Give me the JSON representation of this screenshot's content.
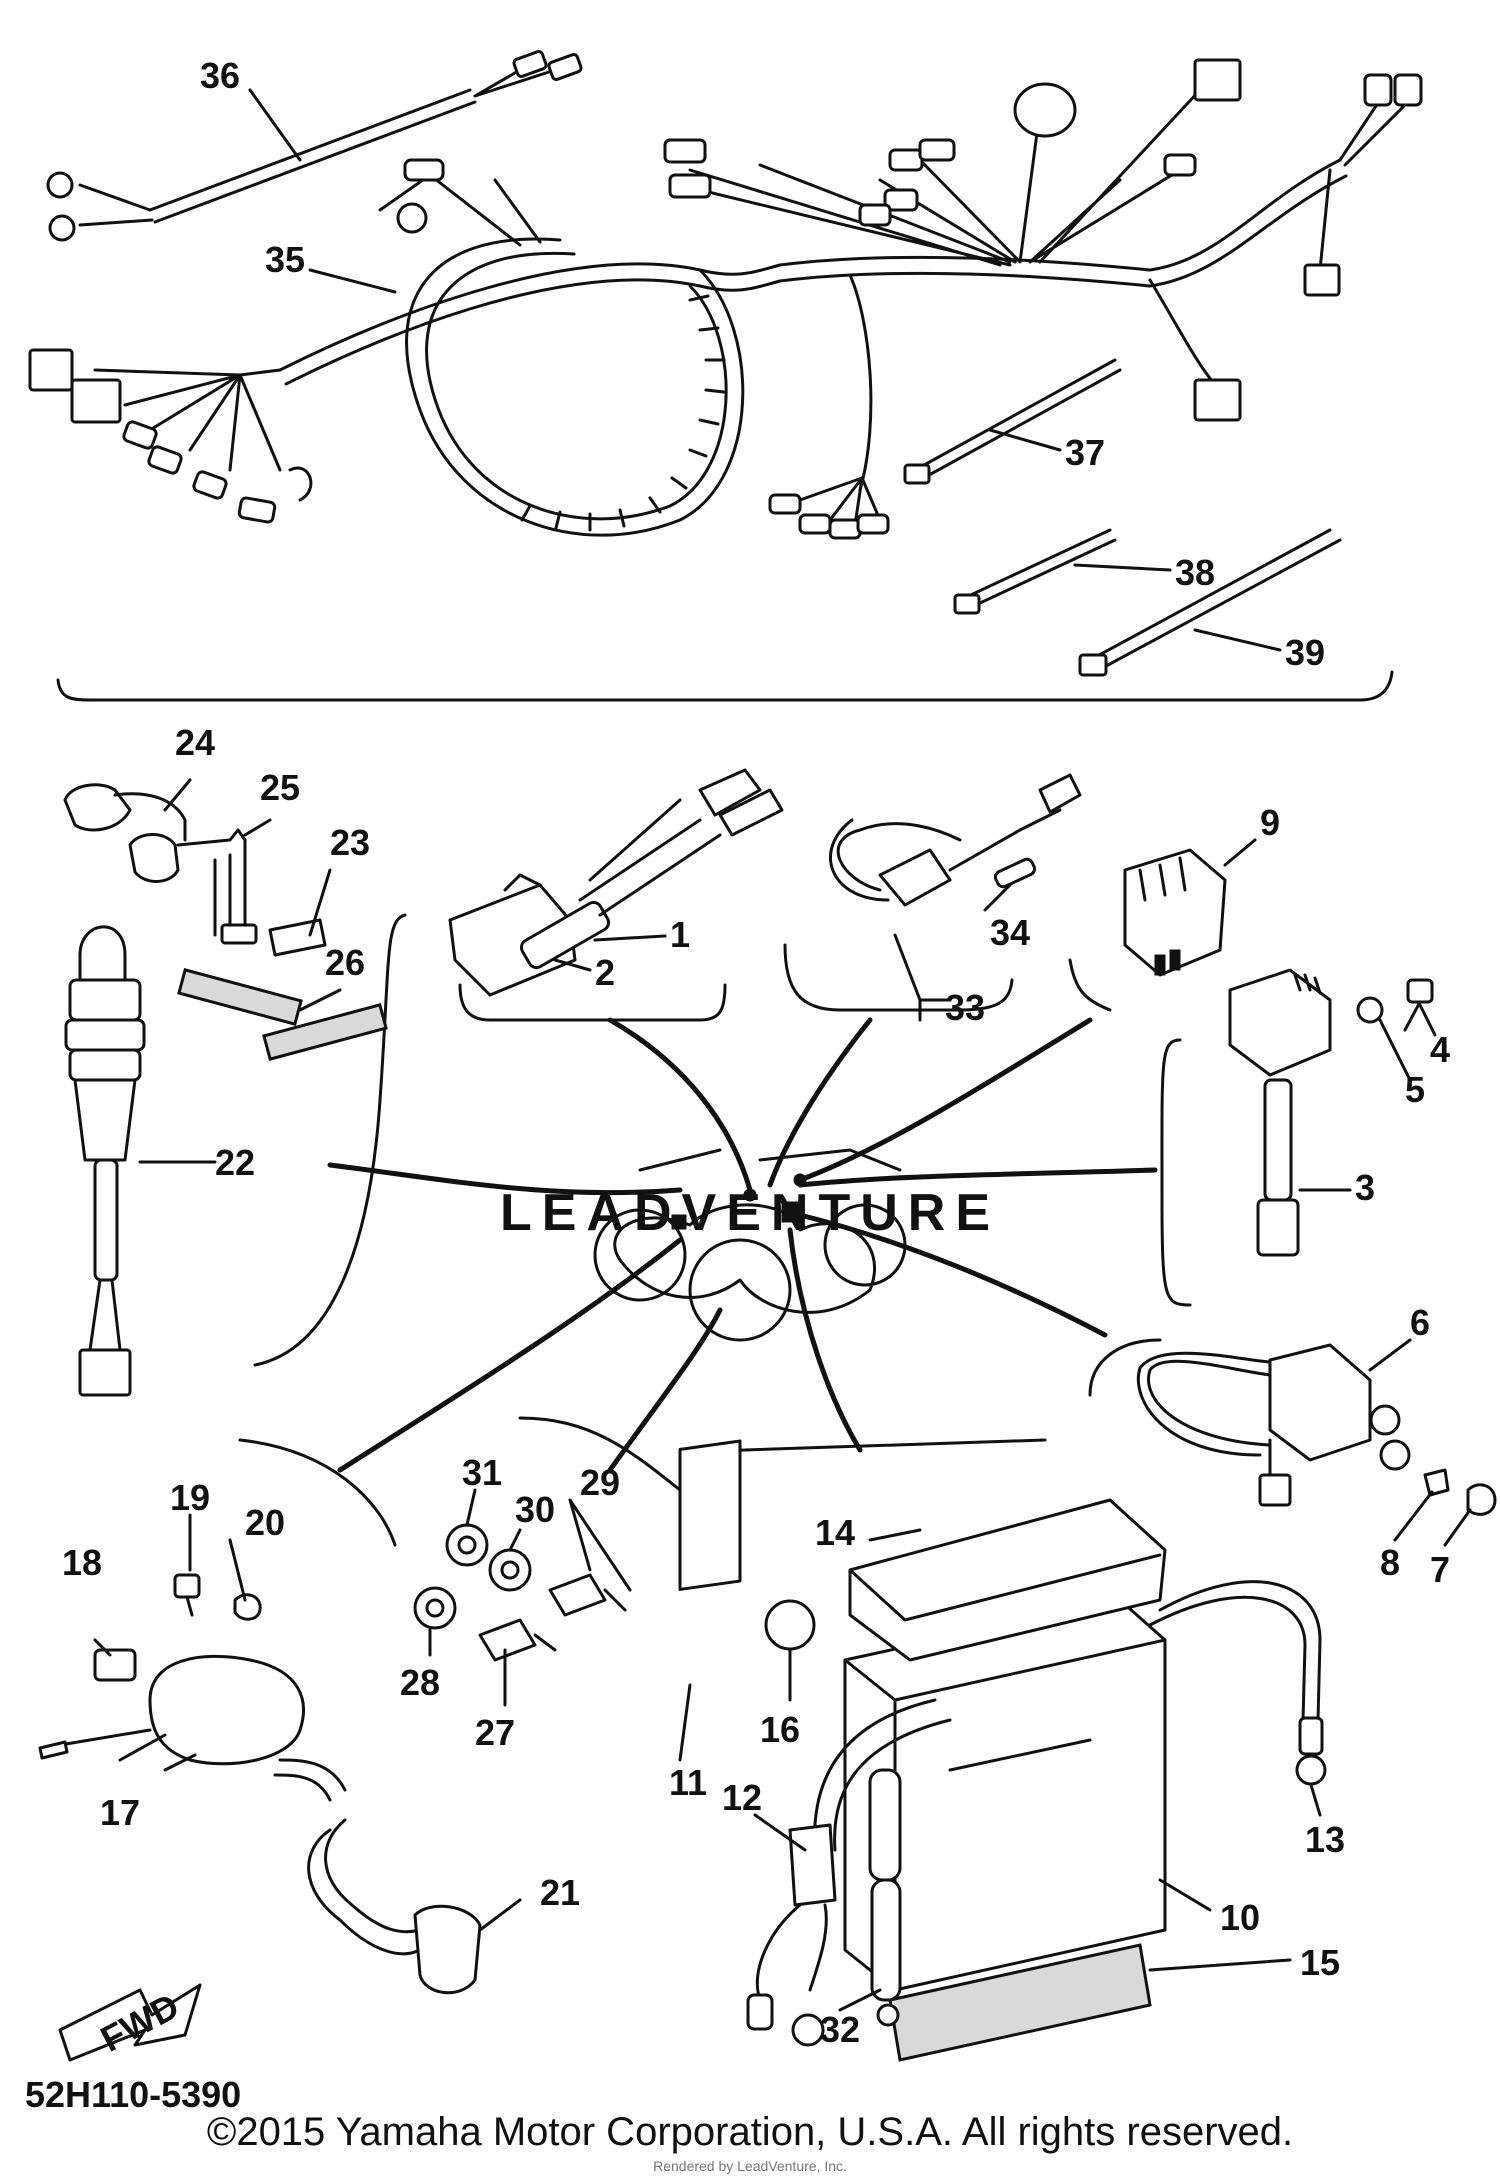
{
  "diagram": {
    "drawing_code": "52H110-5390",
    "direction_tag": "FWD",
    "watermark": "LEADVENTURE",
    "callouts": [
      "1",
      "2",
      "3",
      "4",
      "5",
      "6",
      "7",
      "8",
      "9",
      "10",
      "11",
      "12",
      "13",
      "14",
      "15",
      "16",
      "17",
      "18",
      "19",
      "20",
      "21",
      "22",
      "23",
      "24",
      "25",
      "26",
      "27",
      "28",
      "29",
      "30",
      "31",
      "32",
      "33",
      "34",
      "35",
      "36",
      "37",
      "38",
      "39"
    ]
  },
  "footer": {
    "copyright": "©2015 Yamaha Motor Corporation, U.S.A. All rights reserved.",
    "rendered_by": "Rendered by LeadVenture, Inc."
  }
}
